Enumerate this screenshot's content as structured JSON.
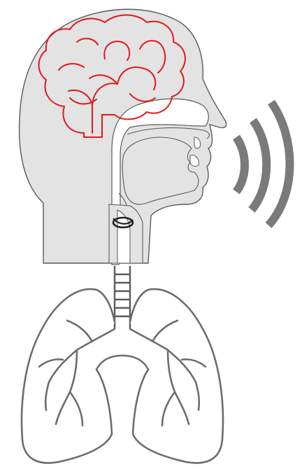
{
  "colors": {
    "background": "#ffffff",
    "head_fill": "#e3e3e3",
    "head_stroke": "#5a5a5a",
    "cavity_fill": "#ffffff",
    "brain": "#e1191c",
    "lungs": "#6d6d6d",
    "sound_waves": "#7a7a7a",
    "vocal_folds": "#222222"
  },
  "parts": [
    {
      "name": "head",
      "icon": "head-profile-icon"
    },
    {
      "name": "brain",
      "icon": "brain-icon"
    },
    {
      "name": "vocal-tract",
      "icon": "vocal-tract-icon"
    },
    {
      "name": "larynx",
      "icon": "larynx-icon"
    },
    {
      "name": "trachea",
      "icon": "trachea-icon"
    },
    {
      "name": "lungs",
      "icon": "lungs-icon"
    },
    {
      "name": "sound-waves",
      "icon": "sound-waves-icon"
    }
  ]
}
